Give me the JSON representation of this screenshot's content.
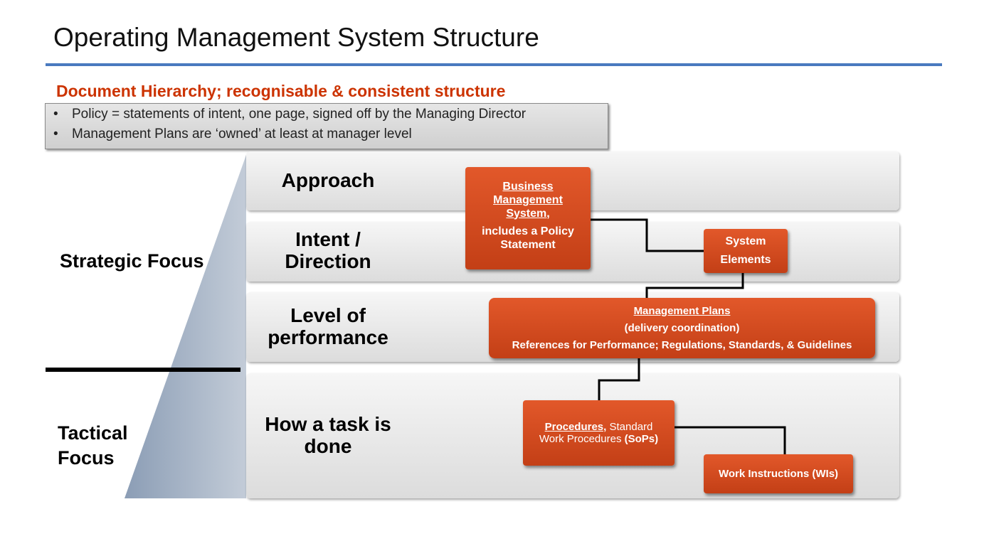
{
  "title": "Operating Management System Structure",
  "subtitle": "Document Hierarchy; recognisable & consistent structure",
  "bullets": [
    "Policy = statements of intent, one page, signed off by the Managing Director",
    "Management Plans are ‘owned’ at least at manager level"
  ],
  "bands": {
    "approach": "Approach",
    "intent": "Intent /\nDirection",
    "level": "Level of\nperformance",
    "how": "How a task is\ndone"
  },
  "side_labels": {
    "strategic": "Strategic Focus",
    "tactical": "Tactical\nFocus"
  },
  "boxes": {
    "bms": {
      "line1": "Business",
      "line2": "Management",
      "line3": "System,",
      "line4": "includes a Policy",
      "line5": "Statement"
    },
    "system_elements": {
      "line1": "System",
      "line2": "Elements"
    },
    "management_plans": {
      "title": "Management Plans",
      "line2": "(delivery coordination)",
      "line3": "References for Performance; Regulations, Standards, & Guidelines"
    },
    "procedures": {
      "title": "Procedures,",
      "rest1": " Standard",
      "line2": "Work Procedures ",
      "sops": "(SoPs)"
    },
    "work_instructions": "Work Instructions (WIs)"
  },
  "colors": {
    "accent_orange": "#d84a1f",
    "title_rule": "#4a7abf",
    "subtitle": "#cc3300",
    "triangle": "#a9b6c6"
  }
}
